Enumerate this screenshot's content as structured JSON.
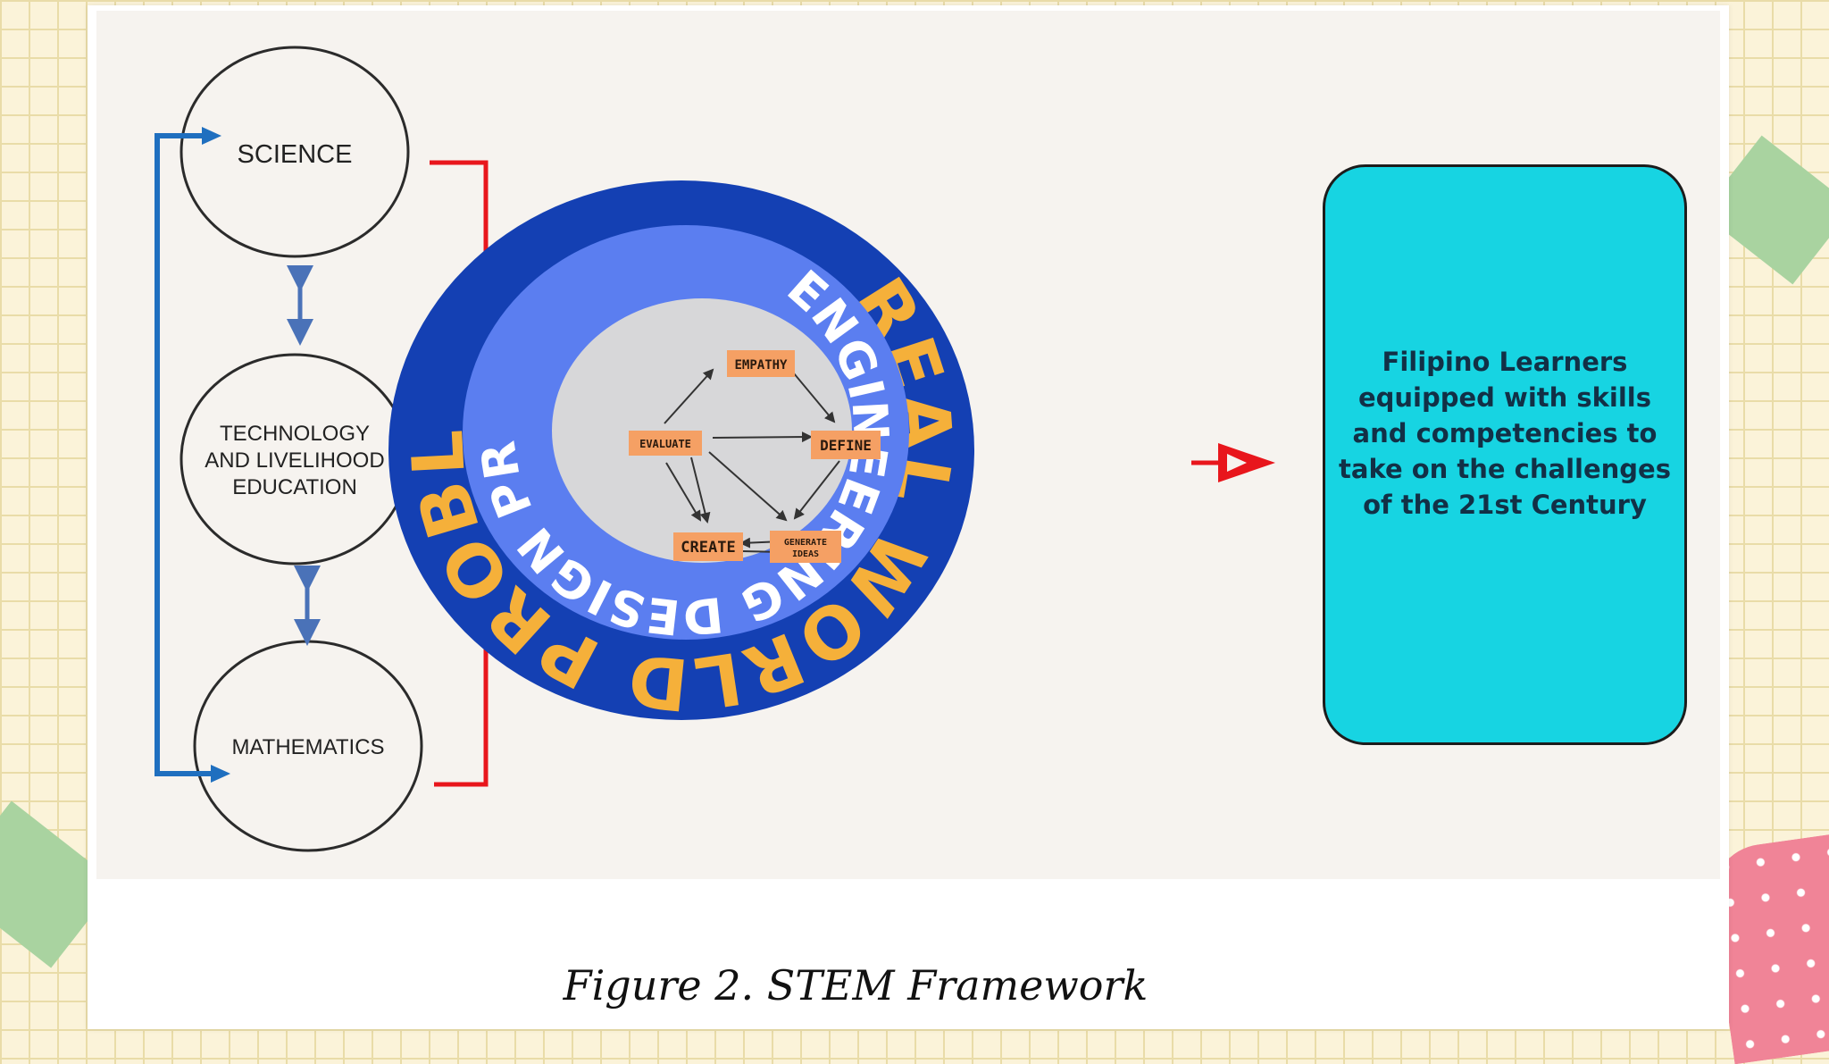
{
  "diagram": {
    "subjects": {
      "science": "SCIENCE",
      "tle_line1": "TECHNOLOGY",
      "tle_line2": "AND LIVELIHOOD",
      "tle_line3": "EDUCATION",
      "mathematics": "MATHEMATICS"
    },
    "outer_ring_text": "REAL WORLD PROBLEM/S",
    "inner_ring_text": "ENGINEERING DESIGN PROCESS",
    "steps": {
      "empathy": "EMPATHY",
      "define": "DEFINE",
      "generate_line1": "GENERATE",
      "generate_line2": "IDEAS",
      "create": "CREATE",
      "evaluate": "EVALUATE"
    },
    "outcome": "Filipino Learners\nequipped with skills\nand competencies to\ntake on the challenges\nof the 21st Century",
    "caption": "Figure 2. STEM Framework"
  },
  "colors": {
    "blue_arrow": "#1f6fbf",
    "red_arrow": "#e8161c",
    "outer_ring": "#1440b3",
    "outer_text": "#f5b03a",
    "inner_ring": "#5b7ef0",
    "step_box": "#f5a064",
    "outcome_box": "#17d4e2"
  }
}
